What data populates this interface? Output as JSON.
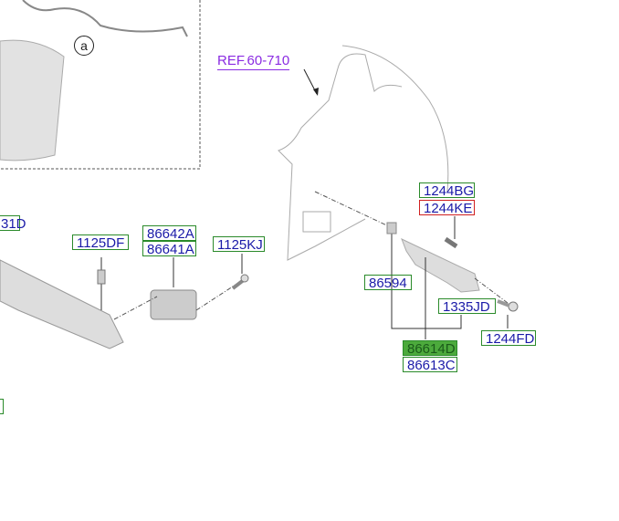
{
  "callout": "a",
  "reference": "REF.60-710",
  "labels": {
    "p81d": "31D",
    "p1125df": "1125DF",
    "p86642a": "86642A",
    "p86641a": "86641A",
    "p1125kj": "1125KJ",
    "p1244bg": "1244BG",
    "p1244ke": "1244KE",
    "p86594": "86594",
    "p1335jd": "1335JD",
    "p1244fd": "1244FD",
    "p86614d": "86614D",
    "p86613c": "86613C",
    "pleft": ""
  }
}
